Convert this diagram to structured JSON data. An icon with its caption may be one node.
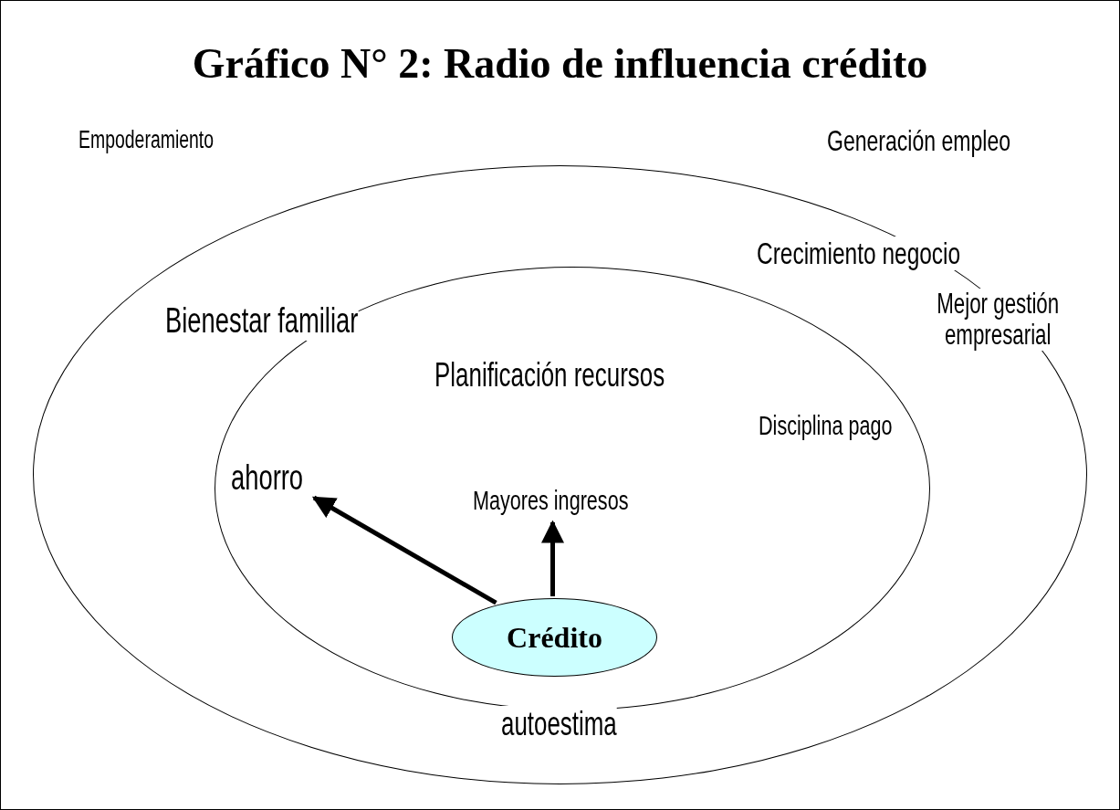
{
  "diagram": {
    "title": "Gráfico N° 2: Radio de influencia crédito",
    "nodes": [
      {
        "text": [],
        "shape": "ellipse"
      },
      {
        "text": [],
        "shape": "ellipse",
        "in": 0
      },
      {
        "text": [
          "ahorro"
        ],
        "in": 1
      },
      {
        "text": [
          "Mayores ingresos"
        ],
        "in": 1
      },
      {
        "text": [
          "Crédito"
        ],
        "in": 1
      }
    ],
    "edges": [
      {
        "from": 4,
        "to": 2,
        "arrow": "to"
      },
      {
        "from": 4,
        "to": 3,
        "arrow": "to"
      }
    ],
    "labels": [
      "Empoderamiento",
      "Generación empleo",
      "Crecimiento negocio",
      "Mejor gestión empresarial",
      "Bienestar familiar",
      "Planificación recursos",
      "Disciplina pago",
      "autoestima"
    ]
  }
}
